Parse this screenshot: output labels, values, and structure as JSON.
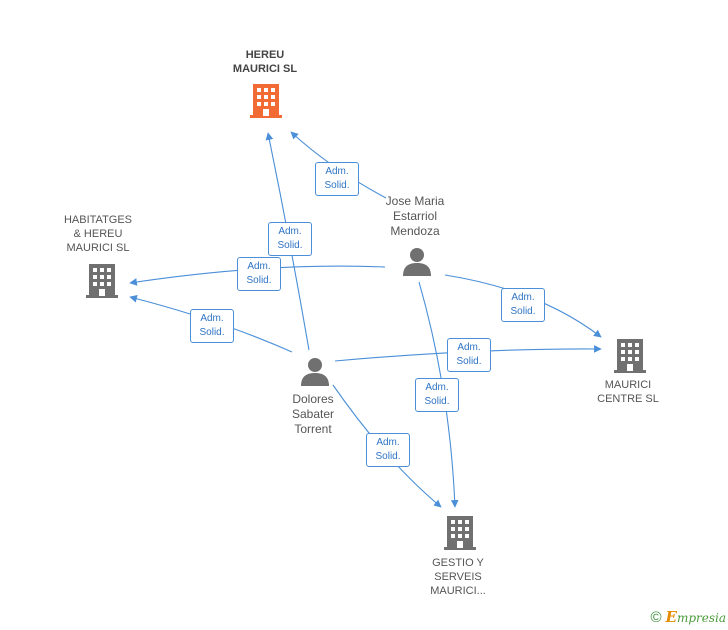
{
  "colors": {
    "edge": "#4a8fd8",
    "main_company": "#f26b35",
    "company": "#707070",
    "person": "#707070"
  },
  "nodes": {
    "hereu": {
      "label": "HEREU\nMAURICI SL",
      "icon": "building-icon"
    },
    "habitatges": {
      "label": "HABITATGES\n& HEREU\nMAURICI SL",
      "icon": "building-icon"
    },
    "mauricicentre": {
      "label": "MAURICI\nCENTRE SL",
      "icon": "building-icon"
    },
    "gestio": {
      "label": "GESTIO Y\nSERVEIS\nMAURICI...",
      "icon": "building-icon"
    },
    "jose": {
      "label": "Jose Maria\nEstarriol\nMendoza",
      "icon": "person-icon"
    },
    "dolores": {
      "label": "Dolores\nSabater\nTorrent",
      "icon": "person-icon"
    }
  },
  "relation": {
    "line1": "Adm.",
    "line2": "Solid."
  },
  "edges": [
    {
      "from": "jose",
      "to": "hereu"
    },
    {
      "from": "dolores",
      "to": "hereu"
    },
    {
      "from": "jose",
      "to": "habitatges"
    },
    {
      "from": "dolores",
      "to": "habitatges"
    },
    {
      "from": "jose",
      "to": "mauricicentre"
    },
    {
      "from": "dolores",
      "to": "mauricicentre"
    },
    {
      "from": "jose",
      "to": "gestio"
    },
    {
      "from": "dolores",
      "to": "gestio"
    }
  ],
  "footer": {
    "copyright": "©",
    "brand_initial": "E",
    "brand_rest": "mpresia"
  }
}
